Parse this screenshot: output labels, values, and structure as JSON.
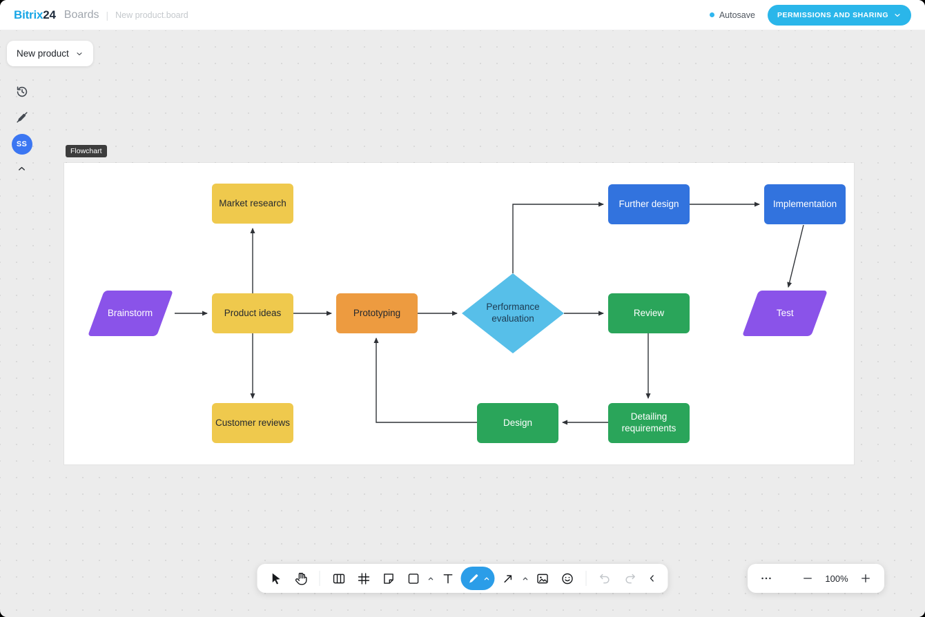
{
  "topbar": {
    "brand_bitrix": "Bitrix",
    "brand_24": "24",
    "brand_boards": "Boards",
    "separator": "|",
    "doc_name": "New product.board",
    "autosave_label": "Autosave",
    "permissions_button": "PERMISSIONS AND SHARING"
  },
  "board_selector": {
    "label": "New product"
  },
  "left_rail": {
    "avatar_initials": "SS"
  },
  "canvas_tag": "Flowchart",
  "flowchart": {
    "nodes": [
      {
        "label": "Brainstorm",
        "shape": "parallelogram",
        "color": "#8a53e9",
        "text_color": "#ffffff"
      },
      {
        "label": "Market research",
        "shape": "rect",
        "color": "#efc94d",
        "text_color": "#24282e"
      },
      {
        "label": "Product ideas",
        "shape": "rect",
        "color": "#efc94d",
        "text_color": "#24282e"
      },
      {
        "label": "Customer reviews",
        "shape": "rect",
        "color": "#efc94d",
        "text_color": "#24282e"
      },
      {
        "label": "Prototyping",
        "shape": "rect",
        "color": "#ed9b40",
        "text_color": "#24282e"
      },
      {
        "label": "Performance evaluation",
        "shape": "diamond",
        "color": "#57bfe9",
        "text_color": "#1d3b52"
      },
      {
        "label": "Further design",
        "shape": "rect",
        "color": "#3273de",
        "text_color": "#ffffff"
      },
      {
        "label": "Implementation",
        "shape": "rect",
        "color": "#3273de",
        "text_color": "#ffffff"
      },
      {
        "label": "Review",
        "shape": "rect",
        "color": "#2aa55a",
        "text_color": "#ffffff"
      },
      {
        "label": "Test",
        "shape": "parallelogram",
        "color": "#8a53e9",
        "text_color": "#ffffff"
      },
      {
        "label": "Design",
        "shape": "rect",
        "color": "#2aa55a",
        "text_color": "#ffffff"
      },
      {
        "label": "Detailing requirements",
        "shape": "rect",
        "color": "#2aa55a",
        "text_color": "#ffffff"
      }
    ],
    "edges": [
      {
        "from": "Brainstorm",
        "to": "Product ideas"
      },
      {
        "from": "Product ideas",
        "to": "Market research"
      },
      {
        "from": "Product ideas",
        "to": "Customer reviews"
      },
      {
        "from": "Product ideas",
        "to": "Prototyping"
      },
      {
        "from": "Prototyping",
        "to": "Performance evaluation"
      },
      {
        "from": "Performance evaluation",
        "to": "Further design"
      },
      {
        "from": "Further design",
        "to": "Implementation"
      },
      {
        "from": "Implementation",
        "to": "Test"
      },
      {
        "from": "Performance evaluation",
        "to": "Review"
      },
      {
        "from": "Review",
        "to": "Detailing requirements"
      },
      {
        "from": "Detailing requirements",
        "to": "Design"
      },
      {
        "from": "Design",
        "to": "Prototyping"
      }
    ]
  },
  "toolbar": {
    "active_tool": "pen",
    "text_tool_glyph": "T",
    "tools": [
      "select",
      "hand",
      "board",
      "frame",
      "note",
      "shape",
      "text",
      "pen",
      "arrow",
      "image",
      "emoji",
      "undo",
      "redo",
      "collapse"
    ]
  },
  "zoombar": {
    "zoom_level": "100%"
  },
  "colors": {
    "accent_cyan": "#2ab6ea",
    "avatar_blue": "#3b76f2",
    "pen_active": "#2b9de8",
    "edge": "#2f3237",
    "canvas_bg": "#ececec"
  }
}
